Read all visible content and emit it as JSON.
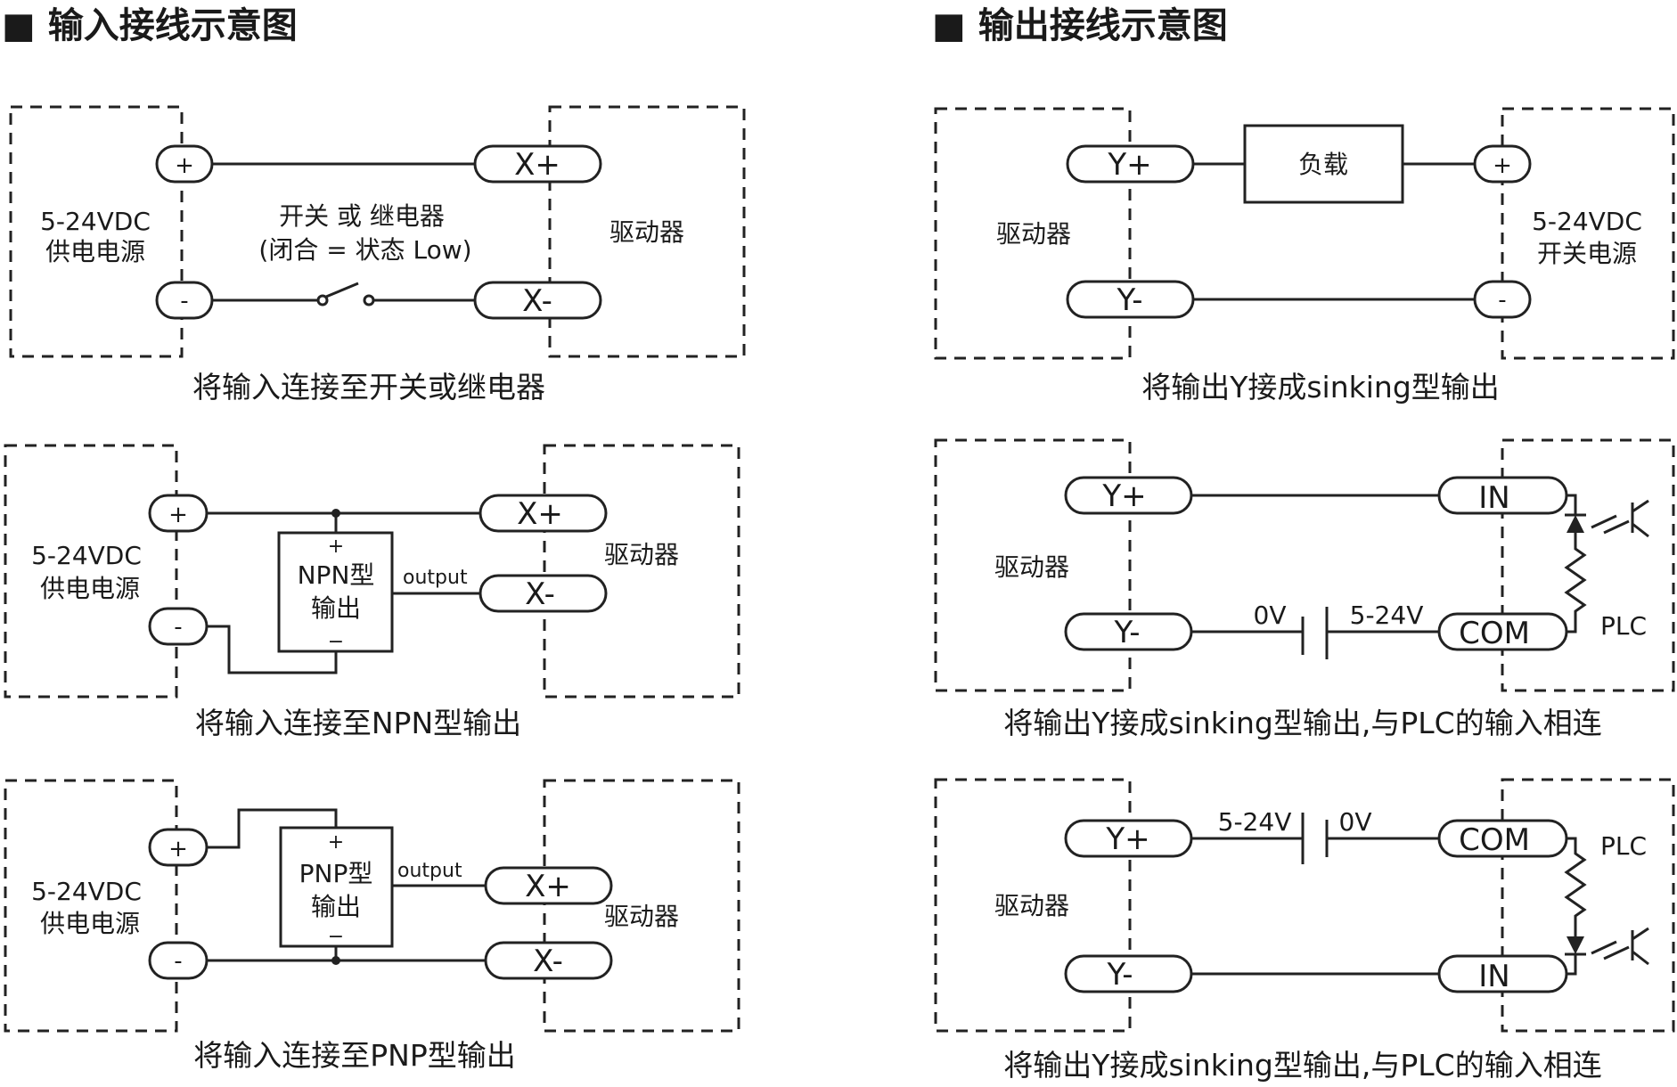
{
  "input_section": {
    "heading": "■ 输入接线示意图",
    "diagrams": [
      {
        "supply_line1": "5-24VDC",
        "supply_line2": "供电电源",
        "switch_label": "开关 或 继电器",
        "switch_note": "(闭合 = 状态 Low)",
        "driver_label": "驱动器",
        "pin_plus": "+",
        "pin_minus": "-",
        "pin_x_plus": "X+",
        "pin_x_minus": "X-",
        "caption": "将输入连接至开关或继电器"
      },
      {
        "supply_line1": "5-24VDC",
        "supply_line2": "供电电源",
        "device_line1": "NPN型",
        "device_line2": "输出",
        "device_plus": "+",
        "device_minus": "−",
        "output_label": "output",
        "driver_label": "驱动器",
        "pin_plus": "+",
        "pin_minus": "-",
        "pin_x_plus": "X+",
        "pin_x_minus": "X-",
        "caption": "将输入连接至NPN型输出"
      },
      {
        "supply_line1": "5-24VDC",
        "supply_line2": "供电电源",
        "device_line1": "PNP型",
        "device_line2": "输出",
        "device_plus": "+",
        "device_minus": "−",
        "output_label": "output",
        "driver_label": "驱动器",
        "pin_plus": "+",
        "pin_minus": "-",
        "pin_x_plus": "X+",
        "pin_x_minus": "X-",
        "caption": "将输入连接至PNP型输出"
      }
    ]
  },
  "output_section": {
    "heading": "■ 输出接线示意图",
    "diagrams": [
      {
        "driver_label": "驱动器",
        "load_label": "负载",
        "supply_line1": "5-24VDC",
        "supply_line2": "开关电源",
        "pin_y_plus": "Y+",
        "pin_y_minus": "Y-",
        "pin_plus": "+",
        "pin_minus": "-",
        "caption": "将输出Y接成sinking型输出"
      },
      {
        "driver_label": "驱动器",
        "pin_y_plus": "Y+",
        "pin_y_minus": "Y-",
        "pin_in": "IN",
        "pin_com": "COM",
        "plc_label": "PLC",
        "volt_left": "0V",
        "volt_right": "5-24V",
        "caption": "将输出Y接成sinking型输出,与PLC的输入相连"
      },
      {
        "driver_label": "驱动器",
        "pin_y_plus": "Y+",
        "pin_y_minus": "Y-",
        "pin_in": "IN",
        "pin_com": "COM",
        "plc_label": "PLC",
        "volt_left": "5-24V",
        "volt_right": "0V",
        "caption": "将输出Y接成sinking型输出,与PLC的输入相连"
      }
    ]
  }
}
